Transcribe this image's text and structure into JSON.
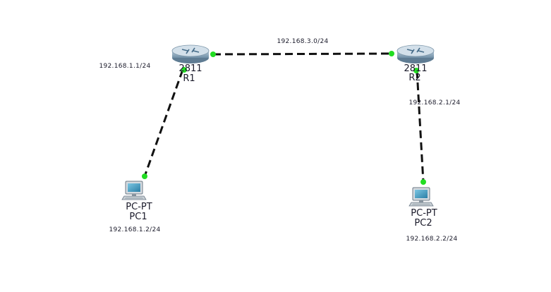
{
  "colors": {
    "link": "#111111",
    "port_up": "#22dd22",
    "router_body": "#8fa9bd",
    "router_top": "#cfdde8",
    "pc_screen": "#3f9ec4",
    "label": "#1a1a2a"
  },
  "routers": [
    {
      "id": "r1",
      "model": "2811",
      "name": "R1",
      "icon": "router-icon"
    },
    {
      "id": "r2",
      "model": "2811",
      "name": "R2",
      "icon": "router-icon"
    }
  ],
  "pcs": [
    {
      "id": "pc1",
      "model": "PC-PT",
      "name": "PC1",
      "icon": "pc-icon"
    },
    {
      "id": "pc2",
      "model": "PC-PT",
      "name": "PC2",
      "icon": "pc-icon"
    }
  ],
  "addresses": {
    "link_r1_r2": "192.168.3.0/24",
    "r1_lan": "192.168.1.1/24",
    "r2_lan": "192.168.2.1/24",
    "pc1": "192.168.1.2/24",
    "pc2": "192.168.2.2/24"
  }
}
